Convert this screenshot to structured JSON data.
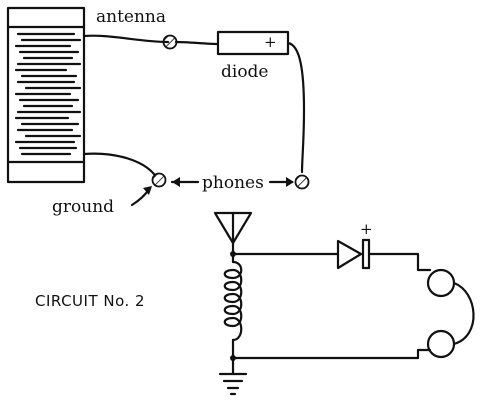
{
  "pictorial": {
    "labels": {
      "antenna": "antenna",
      "diode": "diode",
      "diode_polarity": "+",
      "ground": "ground",
      "phones": "phones"
    }
  },
  "schematic": {
    "title": "CIRCUIT No. 2",
    "diode_polarity": "+"
  },
  "colors": {
    "ink": "#111111",
    "paper": "#ffffff"
  }
}
